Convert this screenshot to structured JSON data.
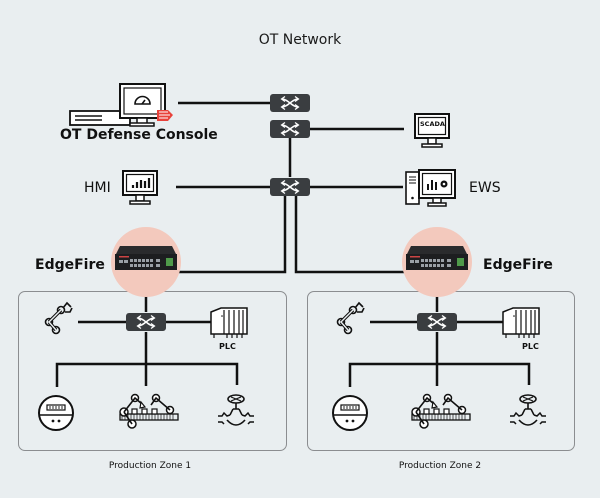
{
  "title": "OT Network",
  "nodes": {
    "ot_defense_console": {
      "label": "OT Defense Console",
      "icon": "monitor-gauge-shield-icon"
    },
    "scada": {
      "label": "SCADA",
      "icon": "monitor-icon"
    },
    "hmi": {
      "label": "HMI",
      "icon": "monitor-bar-chart-icon"
    },
    "ews": {
      "label": "EWS",
      "icon": "workstation-gear-chart-icon"
    },
    "edgefire_1": {
      "label": "EdgeFire",
      "icon": "industrial-firewall-icon"
    },
    "edgefire_2": {
      "label": "EdgeFire",
      "icon": "industrial-firewall-icon"
    },
    "switches": [
      {
        "id": "core-switch-top",
        "icon": "switch-arrows-icon"
      },
      {
        "id": "core-switch-second",
        "icon": "switch-arrows-icon"
      },
      {
        "id": "distribution-switch",
        "icon": "switch-arrows-icon"
      },
      {
        "id": "zone1-switch",
        "icon": "switch-arrows-icon"
      },
      {
        "id": "zone2-switch",
        "icon": "switch-arrows-icon"
      }
    ]
  },
  "zones": [
    {
      "label": "Production Zone 1",
      "devices": [
        {
          "name": "robot-arm",
          "icon": "robot-arm-icon"
        },
        {
          "name": "plc",
          "label": "PLC",
          "icon": "plc-rack-icon"
        },
        {
          "name": "meter",
          "icon": "meter-icon"
        },
        {
          "name": "assembly-line",
          "icon": "assembly-line-robots-icon"
        },
        {
          "name": "valve",
          "icon": "valve-icon"
        }
      ]
    },
    {
      "label": "Production Zone 2",
      "devices": [
        {
          "name": "robot-arm",
          "icon": "robot-arm-icon"
        },
        {
          "name": "plc",
          "label": "PLC",
          "icon": "plc-rack-icon"
        },
        {
          "name": "meter",
          "icon": "meter-icon"
        },
        {
          "name": "assembly-line",
          "icon": "assembly-line-robots-icon"
        },
        {
          "name": "valve",
          "icon": "valve-icon"
        }
      ]
    }
  ],
  "colors": {
    "background": "#e9eef0",
    "switch_fill": "#3a3d40",
    "edgefire_halo": "#f3c9bd",
    "shield_accent": "#e8423b",
    "link": "#111111"
  }
}
